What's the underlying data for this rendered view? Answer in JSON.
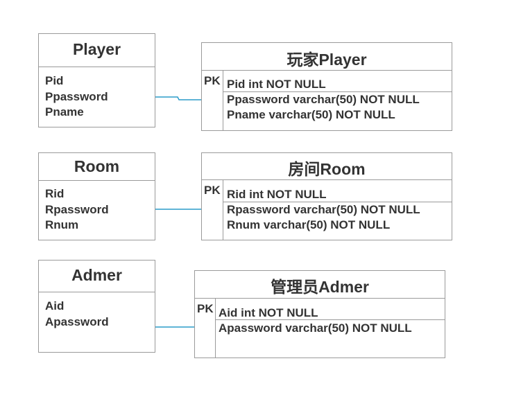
{
  "entities": [
    {
      "name": "Player",
      "attributes": [
        "Pid",
        "Ppassword",
        "Pname"
      ]
    },
    {
      "name": "Room",
      "attributes": [
        "Rid",
        "Rpassword",
        "Rnum"
      ]
    },
    {
      "name": "Admer",
      "attributes": [
        "Aid",
        "Apassword"
      ]
    }
  ],
  "tables": [
    {
      "title": "玩家Player",
      "pk_label": "PK",
      "pk_field": "Pid int NOT NULL",
      "fields": [
        "Ppassword varchar(50) NOT NULL",
        "Pname varchar(50) NOT NULL"
      ]
    },
    {
      "title": "房间Room",
      "pk_label": "PK",
      "pk_field": "Rid int NOT NULL",
      "fields": [
        "Rpassword varchar(50) NOT NULL",
        "Rnum varchar(50) NOT NULL"
      ]
    },
    {
      "title": "管理员Admer",
      "pk_label": "PK",
      "pk_field": "Aid int NOT NULL",
      "fields": [
        "Apassword varchar(50) NOT NULL"
      ]
    }
  ],
  "connector_color": "#2a9bc9"
}
